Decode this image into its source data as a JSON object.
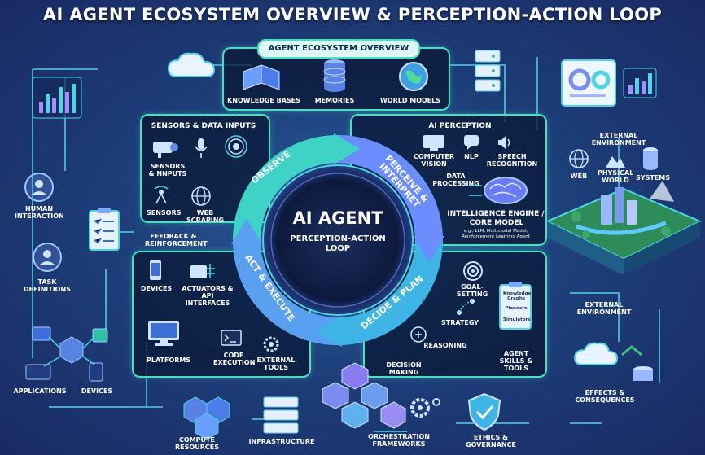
{
  "title": "AI AGENT ECOSYSTEM OVERVIEW & PERCEPTION-ACTION LOOP",
  "ecosystem": {
    "header": "AGENT ECOSYSTEM OVERVIEW",
    "items": [
      "KNOWLEDGE BASES",
      "MEMORIES",
      "WORLD MODELS"
    ]
  },
  "center": {
    "title": "AI AGENT",
    "subtitle_line1": "PERCEPTION-ACTION",
    "subtitle_line2": "LOOP"
  },
  "loop": {
    "observe": "OBSERVE",
    "perceive": "PERCEIVE & INTERPRET",
    "decide": "DECIDE & PLAN",
    "act": "ACT & EXECUTE"
  },
  "sensors": {
    "header": "SENSORS & DATA INPUTS",
    "items": [
      "SENSORS & NNPUTS",
      "SENSORS",
      "WEB SCRAPING"
    ]
  },
  "perception": {
    "header": "AI PERCEPTION",
    "items": [
      "COMPUTER VISION",
      "NLP",
      "SPEECH RECOGNITION",
      "DATA PROCESSING"
    ],
    "engine_line1": "INTELLIGENCE ENGINE /",
    "engine_line2": "CORE MODEL",
    "engine_detail_line1": "e.g., LLM, Multimodal Model,",
    "engine_detail_line2": "Reinforcement Learning Agent"
  },
  "action": {
    "items": [
      "DEVICES",
      "ACTUATORS & API INTERFACES",
      "PLATFORMS",
      "CODE EXECUTION",
      "EXTERNAL TOOLS"
    ]
  },
  "decision": {
    "items": [
      "GOAL-SETTING",
      "STRATEGY",
      "REASONING",
      "DECISION MAKING",
      "AGENT SKILLS & TOOLS"
    ],
    "clipboard": [
      "Knowledge Graphs",
      "Planners",
      "Simulators"
    ]
  },
  "left": {
    "human": "HUMAN INTERACTION",
    "task": "TASK DEFINITIONS",
    "feedback": "FEEDBACK & REINFORCEMENT",
    "applications": "APPLICATIONS",
    "devices": "DEVICES"
  },
  "right": {
    "external_top": "EXTERNAL ENVIRONMENT",
    "web": "WEB",
    "physical": "PHYSICAL WORLD",
    "systems": "SYSTEMS",
    "external_bottom": "EXTERNAL ENVIRONMENT",
    "effects": "EFFECTS & CONSEQUENCES"
  },
  "bottom": {
    "compute": "COMPUTE RESOURCES",
    "infrastructure": "INFRASTRUCTURE",
    "orchestration": "ORCHESTRATION FRAMEWORKS",
    "ethics": "ETHICS & GOVERNANCE"
  },
  "colors": {
    "accent": "#49e0c0",
    "observe": "#3fd3c8",
    "perceive": "#6aa7ff",
    "decide": "#3fc7e6",
    "act": "#5fb6f0"
  }
}
